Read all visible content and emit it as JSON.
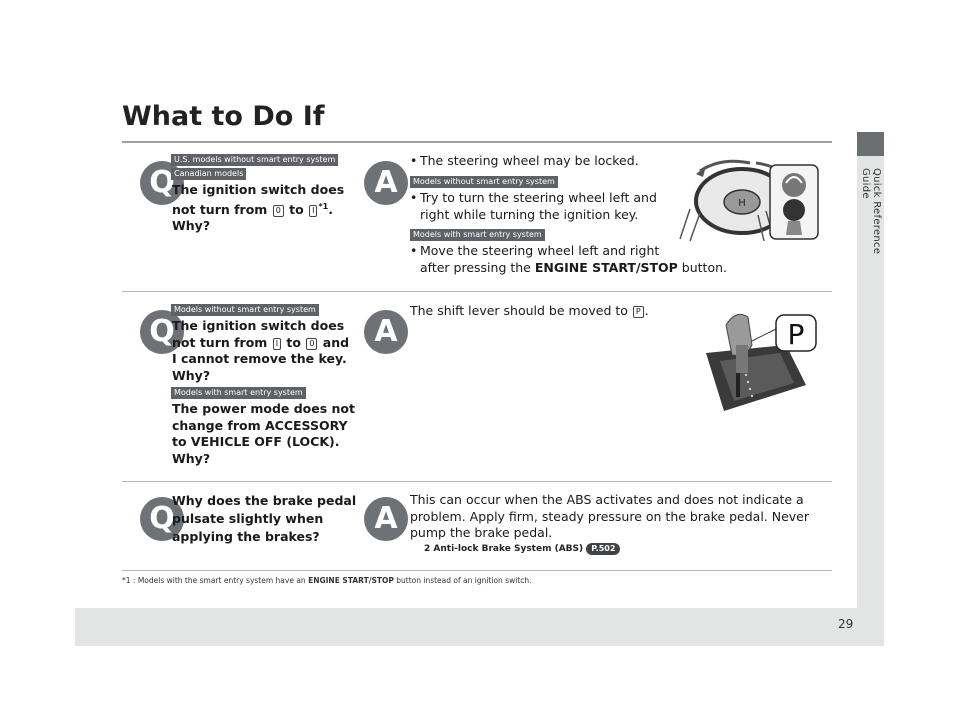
{
  "page": {
    "title": "What to Do If",
    "side_label": "Quick Reference Guide",
    "page_number": "29",
    "footnote_prefix": "*1 : Models with the smart entry system have an ",
    "footnote_bold": "ENGINE START/STOP",
    "footnote_suffix": " button instead of an ignition switch."
  },
  "badges": {
    "q": "Q",
    "a": "A"
  },
  "qa": [
    {
      "q_tags": [
        "U.S. models without smart entry system",
        "Canadian models"
      ],
      "q_line1": "The ignition switch does",
      "q_line2_pre": "not turn from",
      "q_key1": "0",
      "q_to": "to",
      "q_key2": "I",
      "q_sup": "*1",
      "q_line2_end": ".",
      "q_line3": "Why?",
      "a_bullet1": "The steering wheel may be locked.",
      "a_tag1": "Models without smart entry system",
      "a_bullet2_l1": "Try to turn the steering wheel left and",
      "a_bullet2_l2": "right while turning the ignition key.",
      "a_tag2": "Models with smart entry system",
      "a_bullet3_l1": "Move the steering wheel left and right",
      "a_bullet3_l2_pre": "after pressing the ",
      "a_bullet3_bold": "ENGINE START/STOP",
      "a_bullet3_end": " button."
    },
    {
      "q_tag1": "Models without smart entry system",
      "q_a_line1": "The ignition switch does",
      "q_a_line2_pre": "not turn from",
      "q_a_key1": "I",
      "q_a_to": "to",
      "q_a_key2": "0",
      "q_a_line2_end": "and",
      "q_a_line3": "I cannot remove the key.",
      "q_a_line4": "Why?",
      "q_tag2": "Models with smart entry system",
      "q_b_line1": "The power mode does not",
      "q_b_line2": "change from ACCESSORY",
      "q_b_line3": "to VEHICLE OFF (LOCK).",
      "q_b_line4": "Why?",
      "a_text_pre": "The shift lever should be moved to",
      "a_key": "P",
      "a_text_end": ".",
      "p_label": "P"
    },
    {
      "q_line1": "Why does the brake pedal",
      "q_line2": "pulsate slightly when",
      "q_line3": "applying the brakes?",
      "a_line1": "This can occur when the ABS activates and does not indicate a",
      "a_line2": "problem. Apply firm, steady pressure on the brake pedal. Never",
      "a_line3": "pump the brake pedal.",
      "ref_marker": "2",
      "ref_text": "Anti-lock Brake System (ABS)",
      "ref_page": "P.502"
    }
  ]
}
